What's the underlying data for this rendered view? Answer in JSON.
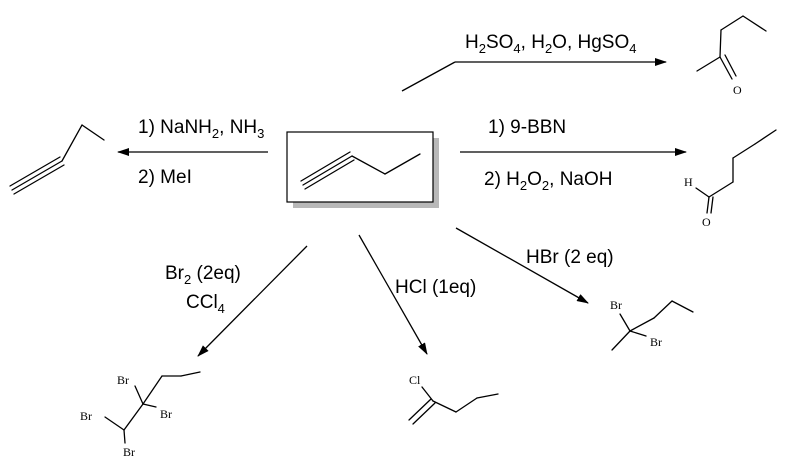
{
  "reactions": {
    "hydration": {
      "reagent": {
        "a": "H",
        "a_sub": "2",
        "b": "SO",
        "b_sub": "4",
        "c": ", H",
        "c_sub": "2",
        "d": "O, HgSO",
        "d_sub": "4"
      },
      "product_label": "O"
    },
    "alkylation": {
      "step1": {
        "a": "1) NaNH",
        "a_sub": "2",
        "b": ", NH",
        "b_sub": "3"
      },
      "step2": "2) MeI"
    },
    "hydroboration": {
      "step1": "1) 9-BBN",
      "step2": {
        "a": "2) H",
        "a_sub": "2",
        "b": "O",
        "b_sub": "2",
        "c": ", NaOH"
      },
      "product_labels": {
        "h": "H",
        "o": "O"
      }
    },
    "bromination": {
      "line1": {
        "a": "Br",
        "a_sub": "2",
        "b": " (2eq)"
      },
      "line2": {
        "a": "CCl",
        "a_sub": "4"
      },
      "product_labels": {
        "br1": "Br",
        "br2": "Br",
        "br3": "Br",
        "br4": "Br"
      }
    },
    "hcl": {
      "reagent": "HCl (1eq)",
      "product_label": "Cl"
    },
    "hbr": {
      "reagent": "HBr (2 eq)",
      "product_labels": {
        "br1": "Br",
        "br2": "Br"
      }
    }
  }
}
